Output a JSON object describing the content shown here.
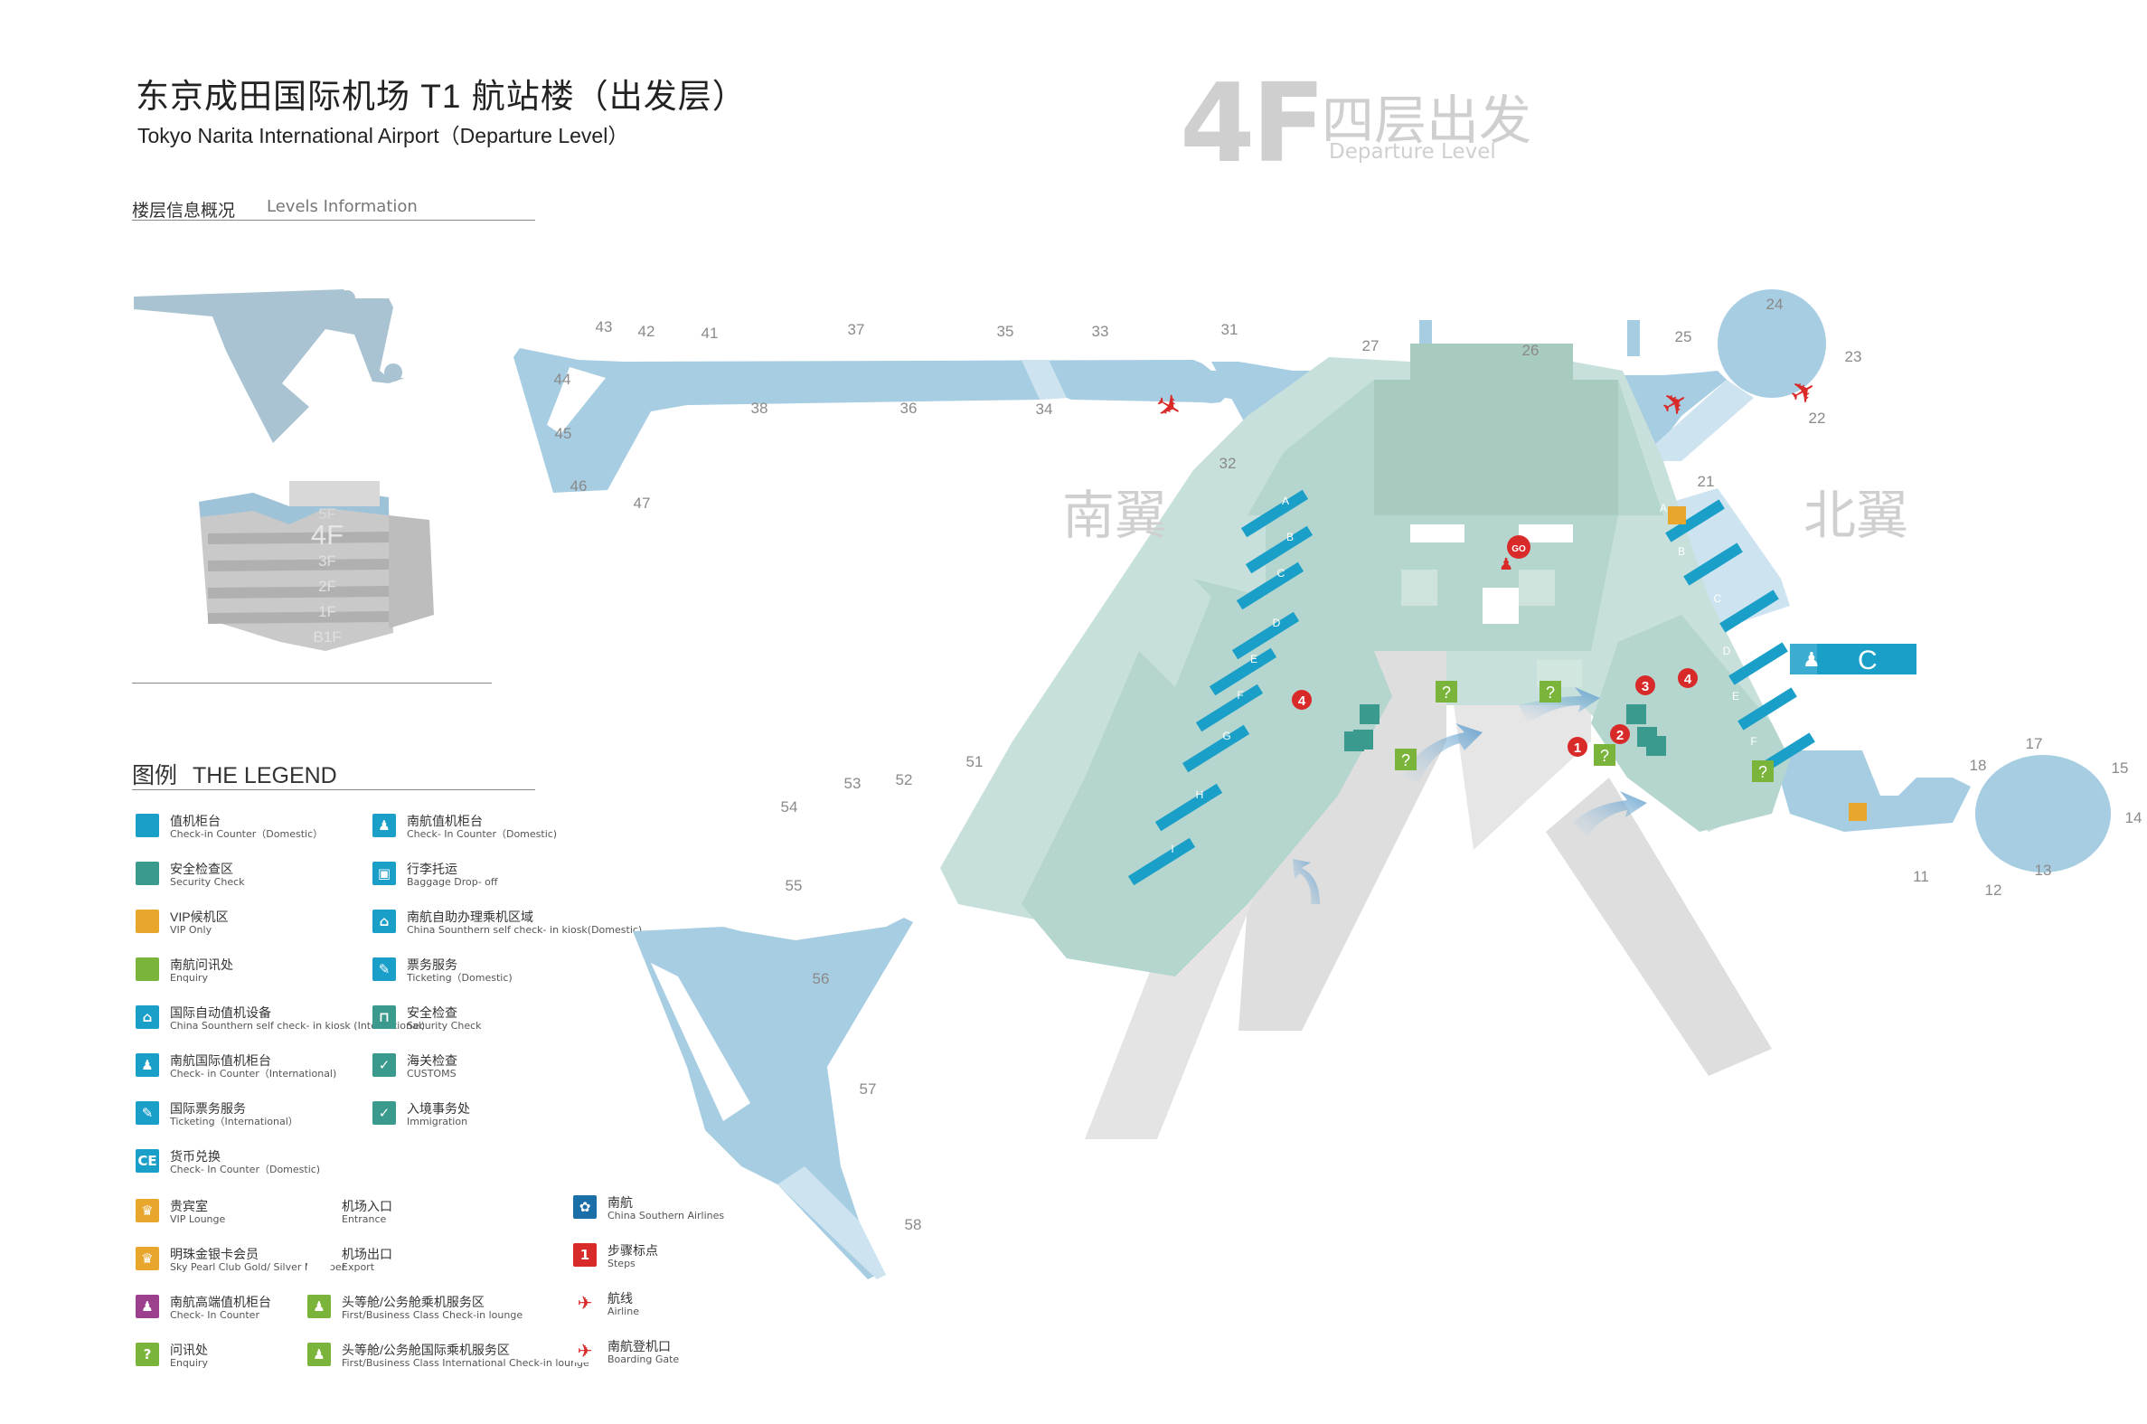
{
  "header": {
    "title_cn": "东京成田国际机场 T1 航站楼（出发层）",
    "title_en": "Tokyo Narita International Airport（Departure Level）",
    "levels_cn": "楼层信息概况",
    "levels_en": "Levels Information",
    "floor_code": "4F",
    "floor_cn": "四层出发",
    "floor_en": "Departure Level"
  },
  "building_levels": [
    "5F",
    "4F",
    "3F",
    "2F",
    "1F",
    "B1F"
  ],
  "map": {
    "south_wing": "南翼",
    "north_wing": "北翼",
    "zone_c_label": "C",
    "go_label": "GO",
    "gates": [
      "11",
      "12",
      "13",
      "14",
      "15",
      "17",
      "18",
      "21",
      "22",
      "23",
      "24",
      "25",
      "26",
      "27",
      "31",
      "32",
      "33",
      "34",
      "35",
      "36",
      "37",
      "38",
      "41",
      "42",
      "43",
      "44",
      "45",
      "46",
      "47",
      "51",
      "52",
      "53",
      "54",
      "55",
      "56",
      "57",
      "58"
    ],
    "south_counters": [
      "A",
      "B",
      "C",
      "D",
      "E",
      "F",
      "G",
      "H",
      "I"
    ],
    "north_counters": [
      "A",
      "B",
      "C",
      "D",
      "E",
      "F"
    ],
    "step_markers": [
      "1",
      "2",
      "3",
      "4",
      "4"
    ],
    "colors": {
      "apron": "#a7cde2",
      "building": "#b5d6cf",
      "core": "#a8cbbf",
      "counter": "#1a9fc9",
      "enquiry": "#7ab43a",
      "marker": "#d92a2a",
      "vip": "#e8a72c",
      "road": "#dedede"
    }
  },
  "legend": {
    "title_cn": "图例",
    "title_en": "THE LEGEND",
    "col1": [
      {
        "cn": "值机柜台",
        "en": "Check-in Counter（Domestic）",
        "icon": "counter-swatch",
        "color": "#1a9fc9",
        "glyph": ""
      },
      {
        "cn": "安全检查区",
        "en": "Security Check",
        "icon": "security-swatch",
        "color": "#3a9a8d",
        "glyph": ""
      },
      {
        "cn": "VIP候机区",
        "en": "VIP Only",
        "icon": "vip-swatch",
        "color": "#e8a72c",
        "glyph": ""
      },
      {
        "cn": "南航问讯处",
        "en": "Enquiry",
        "icon": "enquiry-swatch",
        "color": "#7ab43a",
        "glyph": ""
      },
      {
        "cn": "国际自动值机设备",
        "en": "China Sounthern self check- in kiosk (International)",
        "icon": "intl-kiosk-icon",
        "color": "#1a9fc9",
        "glyph": "⌂"
      },
      {
        "cn": "南航国际值机柜台",
        "en": "Check- in Counter（International)",
        "icon": "intl-counter-icon",
        "color": "#1a9fc9",
        "glyph": "♟"
      },
      {
        "cn": "国际票务服务",
        "en": "Ticketing（International）",
        "icon": "intl-ticketing-icon",
        "color": "#1a9fc9",
        "glyph": "✎"
      },
      {
        "cn": "货币兑换",
        "en": "Check- In Counter（Domestic)",
        "icon": "currency-icon",
        "color": "#1a9fc9",
        "glyph": "CE"
      }
    ],
    "col2": [
      {
        "cn": "南航值机柜台",
        "en": "Check- In Counter（Domestic)",
        "icon": "cs-counter-icon",
        "color": "#1a9fc9",
        "glyph": "♟"
      },
      {
        "cn": "行李托运",
        "en": "Baggage Drop- off",
        "icon": "baggage-icon",
        "color": "#1a9fc9",
        "glyph": "▣"
      },
      {
        "cn": "南航自助办理乘机区域",
        "en": "China Sounthern self check- in kiosk(Domestic)",
        "icon": "cs-kiosk-icon",
        "color": "#1a9fc9",
        "glyph": "⌂"
      },
      {
        "cn": "票务服务",
        "en": "Ticketing（Domestic)",
        "icon": "ticketing-icon",
        "color": "#1a9fc9",
        "glyph": "✎"
      },
      {
        "cn": "安全检查",
        "en": "Security Check",
        "icon": "security-check-icon",
        "color": "#3a9a8d",
        "glyph": "⊓"
      },
      {
        "cn": "海关检查",
        "en": "CUSTOMS",
        "icon": "customs-icon",
        "color": "#3a9a8d",
        "glyph": "✓"
      },
      {
        "cn": "入境事务处",
        "en": "Immigration",
        "icon": "immigration-icon",
        "color": "#3a9a8d",
        "glyph": "✓"
      }
    ],
    "row_bottom": [
      {
        "cn": "贵宾室",
        "en": "VIP Lounge",
        "icon": "vip-lounge-icon",
        "color": "#e8a72c",
        "glyph": "♛"
      },
      {
        "cn": "明珠金银卡会员",
        "en": "Sky Pearl Club Gold/ Silver Member",
        "icon": "sky-pearl-icon",
        "color": "#e8a72c",
        "glyph": "♛"
      },
      {
        "cn": "南航高端值机柜台",
        "en": "Check- In Counter",
        "icon": "premium-counter-icon",
        "color": "#9c3f8d",
        "glyph": "♟"
      },
      {
        "cn": "问讯处",
        "en": "Enquiry",
        "icon": "enquiry-icon",
        "color": "#7ab43a",
        "glyph": "?"
      }
    ],
    "row_bottom2": [
      {
        "cn": "机场入口",
        "en": "Entrance",
        "icon": "entrance-icon",
        "color": "#ffffff",
        "glyph": ""
      },
      {
        "cn": "机场出口",
        "en": "Export",
        "icon": "exit-icon",
        "color": "#ffffff",
        "glyph": ""
      },
      {
        "cn": "头等舱/公务舱乘机服务区",
        "en": "First/Business Class Check-in lounge",
        "icon": "first-class-icon",
        "color": "#7ab43a",
        "glyph": "♟"
      },
      {
        "cn": "头等舱/公务舱国际乘机服务区",
        "en": "First/Business Class International Check-in lounge",
        "icon": "first-class-intl-icon",
        "color": "#7ab43a",
        "glyph": "♟"
      }
    ],
    "row_bottom3": [
      {
        "cn": "南航",
        "en": "China Southern Airlines",
        "icon": "csair-logo-icon",
        "color": "#1a6fa8",
        "glyph": "✿"
      },
      {
        "cn": "步骤标点",
        "en": "Steps",
        "icon": "step-marker-icon",
        "color": "#d92a2a",
        "glyph": "1"
      },
      {
        "cn": "航线",
        "en": "Airline",
        "icon": "airline-icon",
        "color": "#ffffff",
        "glyph": "✈"
      },
      {
        "cn": "南航登机口",
        "en": "Boarding Gate",
        "icon": "boarding-gate-icon",
        "color": "#ffffff",
        "glyph": "✈"
      }
    ]
  }
}
